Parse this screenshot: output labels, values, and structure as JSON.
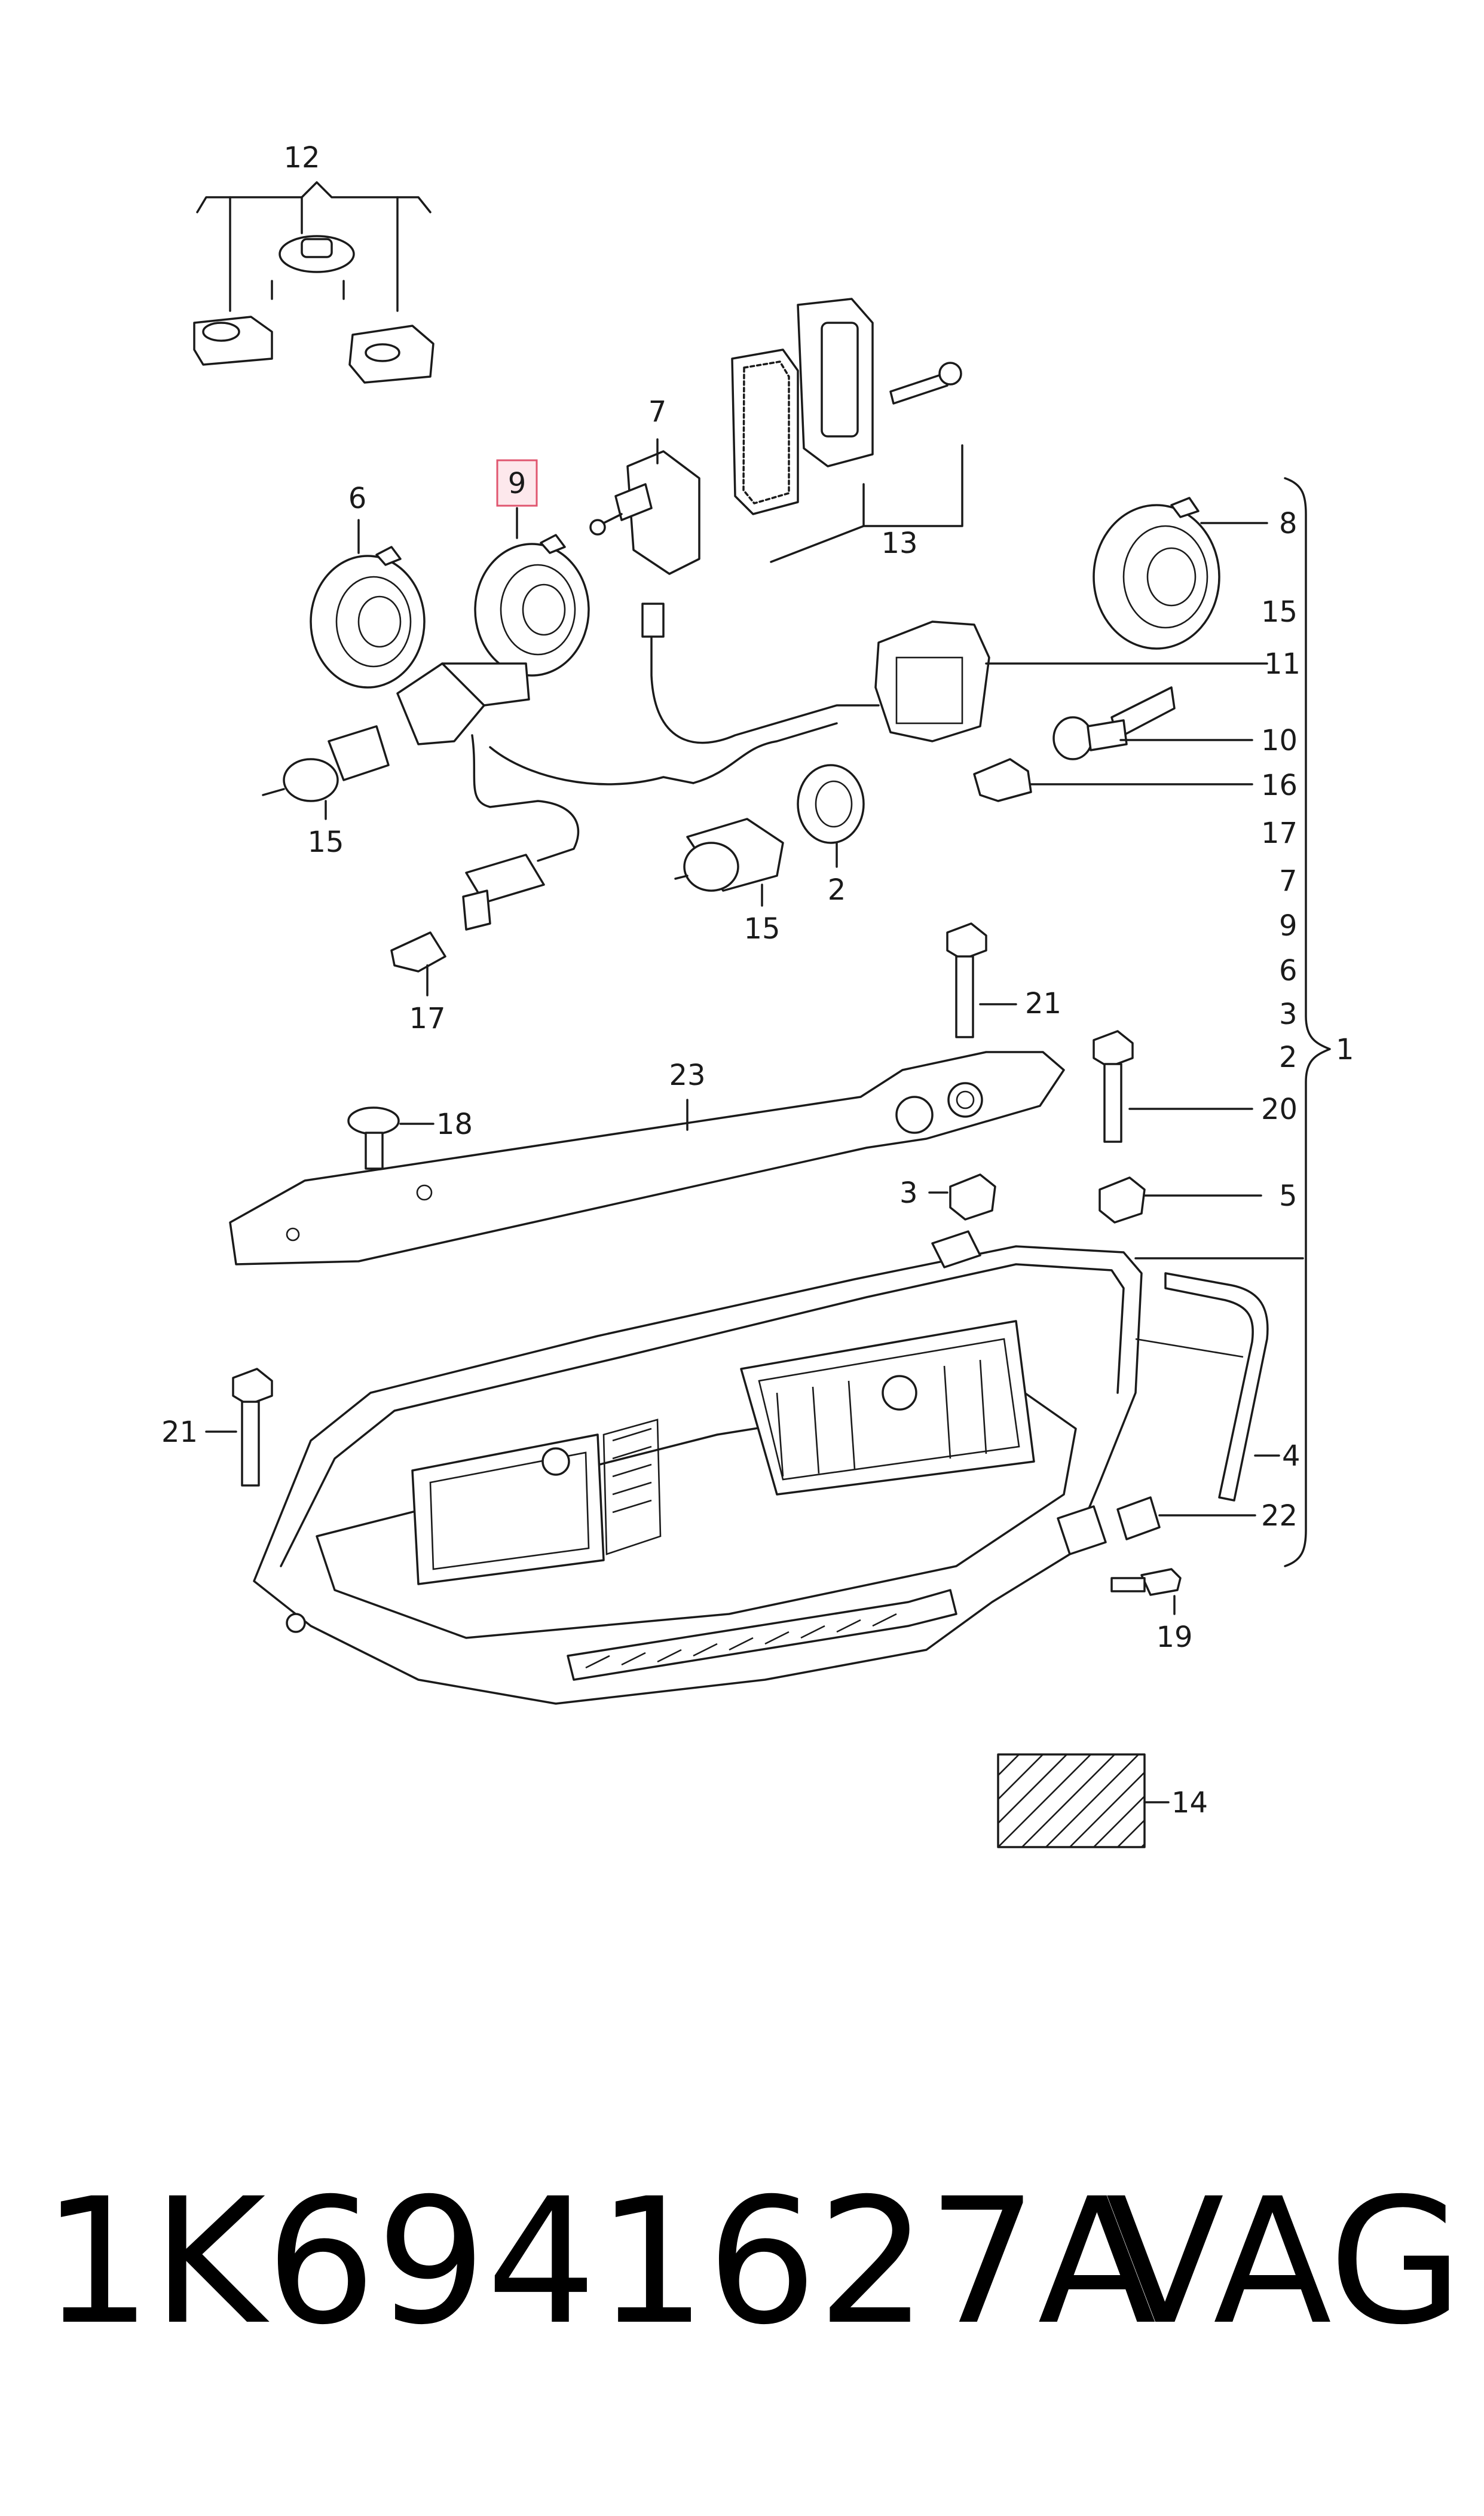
{
  "callouts": {
    "c1": "1",
    "c2a": "2",
    "c2b": "2",
    "c3a": "3",
    "c3b": "3",
    "c4": "4",
    "c5": "5",
    "c6a": "6",
    "c6b": "6",
    "c7a": "7",
    "c7b": "7",
    "c8": "8",
    "c9a": "9",
    "c9b": "9",
    "c10": "10",
    "c11": "11",
    "c12": "12",
    "c13": "13",
    "c14": "14",
    "c15a": "15",
    "c15b": "15",
    "c15c": "15",
    "c16": "16",
    "c17a": "17",
    "c17b": "17",
    "c18": "18",
    "c19": "19",
    "c20": "20",
    "c21a": "21",
    "c21b": "21",
    "c22": "22",
    "c23": "23"
  },
  "highlighted_callout": "9",
  "highlight_color": "#e0566f",
  "part_number": "1K6941627A",
  "brand": "VAG"
}
